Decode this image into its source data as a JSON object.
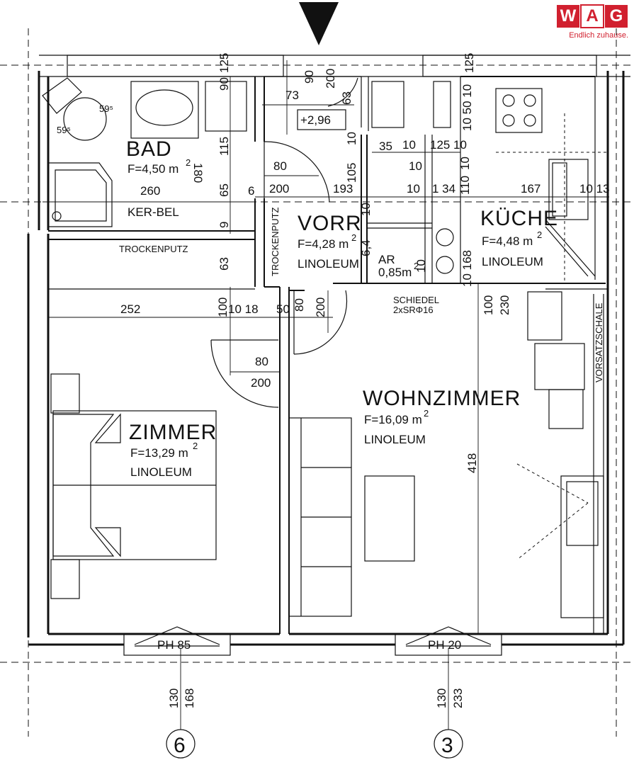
{
  "logo": {
    "letters": [
      "W",
      "A",
      "G"
    ],
    "tagline": "Endlich zuhause.",
    "brand_color": "#d1202f"
  },
  "rooms": {
    "bad": {
      "name": "BAD",
      "area": "F=4,50 m",
      "floor": "KER-BEL"
    },
    "vorr": {
      "name": "VORR",
      "area": "F=4,28 m",
      "floor": "LINOLEUM"
    },
    "kueche": {
      "name": "KÜCHE",
      "area": "F=4,48 m",
      "floor": "LINOLEUM"
    },
    "zimmer": {
      "name": "ZIMMER",
      "area": "F=13,29 m",
      "floor": "LINOLEUM"
    },
    "wohnzimmer": {
      "name": "WOHNZIMMER",
      "area": "F=16,09 m",
      "floor": "LINOLEUM"
    },
    "ar": {
      "name": "AR",
      "area": "0,85m"
    },
    "sup2": "2"
  },
  "notes": {
    "trockenputz_h": "TROCKENPUTZ",
    "trockenputz_v": "TROCKENPUTZ",
    "vorsatzschale": "VORSATZSCHALE",
    "schiedel_1": "SCHIEDEL",
    "schiedel_2": "2xSRΦ16",
    "level": "+2,96",
    "ph_left": "PH 85",
    "ph_right": "PH 20"
  },
  "dimensions": {
    "d125_left": "125",
    "d125_right": "125",
    "d90_top": "90",
    "d200_top": "200",
    "d73": "73",
    "d63_top": "63",
    "d595_a": "59⁵",
    "d595_b": "59⁵",
    "d90_wc": "90",
    "d115": "115",
    "d180": "180",
    "d260": "260",
    "d65": "65",
    "d6": "6",
    "d80_bad": "80",
    "d200_bad": "200",
    "d9": "9",
    "d10_a": "10",
    "d105": "105",
    "d193": "193",
    "d35": "35",
    "d10_b": "10",
    "d10_c": "10",
    "d10_d": "10",
    "d125_k": "125",
    "d10_e": "10",
    "d134": "1 34",
    "d10_f": "10",
    "d110": "110",
    "d167": "167",
    "d10_13": "10 13",
    "d10_50_10": "10 50 10",
    "d10_k2": "10",
    "d64": "6,4",
    "d10_vr": "10",
    "d63_mid": "63",
    "d10_168": "10 168",
    "d252": "252",
    "d100_left": "100",
    "d10_18": "10 18",
    "d50": "50",
    "d80_mid": "80",
    "d200_mid": "200",
    "d100_right": "100",
    "d230": "230",
    "d80_z": "80",
    "d200_z": "200",
    "d418": "418",
    "d130_left": "130",
    "d168_left": "168",
    "d130_right": "130",
    "d233": "233"
  },
  "axes": {
    "left": "6",
    "right": "3"
  }
}
